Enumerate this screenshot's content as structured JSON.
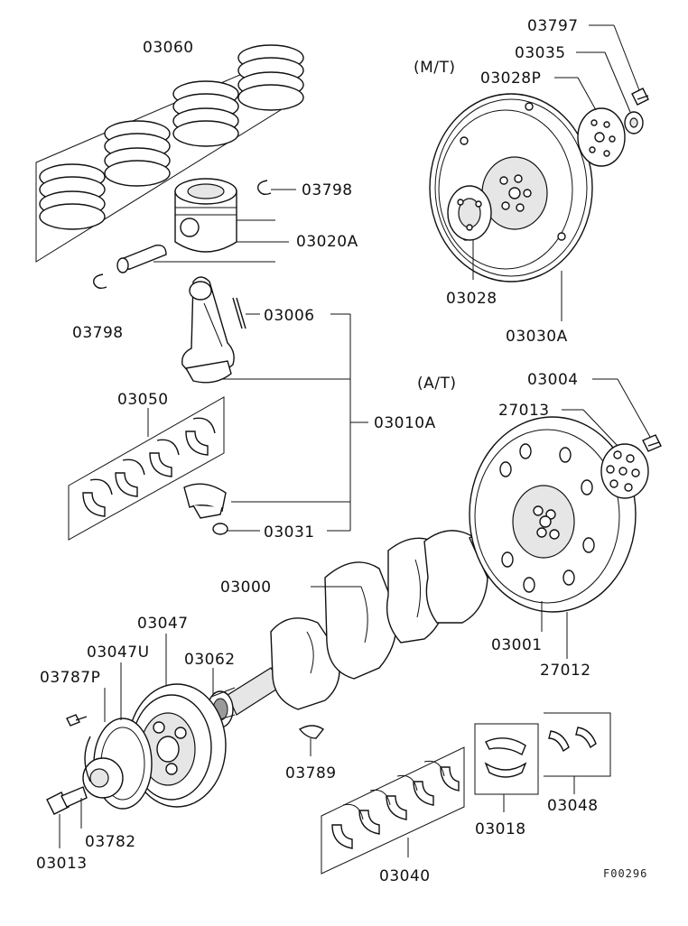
{
  "labels": {
    "p03060": "03060",
    "p03798_top": "03798",
    "p03020a": "03020A",
    "p03798_left": "03798",
    "p03006": "03006",
    "p03050": "03050",
    "p03010a": "03010A",
    "p03031": "03031",
    "p03000": "03000",
    "p03047": "03047",
    "p03047u": "03047U",
    "p03062": "03062",
    "p03787p": "03787P",
    "p03789": "03789",
    "p03782": "03782",
    "p03013": "03013",
    "p03040": "03040",
    "p03018": "03018",
    "p03048": "03048",
    "p03001": "03001",
    "p27012": "27012",
    "p03797": "03797",
    "p03035": "03035",
    "p03028p": "03028P",
    "mt": "(M/T)",
    "p03028": "03028",
    "p03030a": "03030A",
    "at": "(A/T)",
    "p03004": "03004",
    "p27013": "27013",
    "figure_code": "F00296"
  }
}
